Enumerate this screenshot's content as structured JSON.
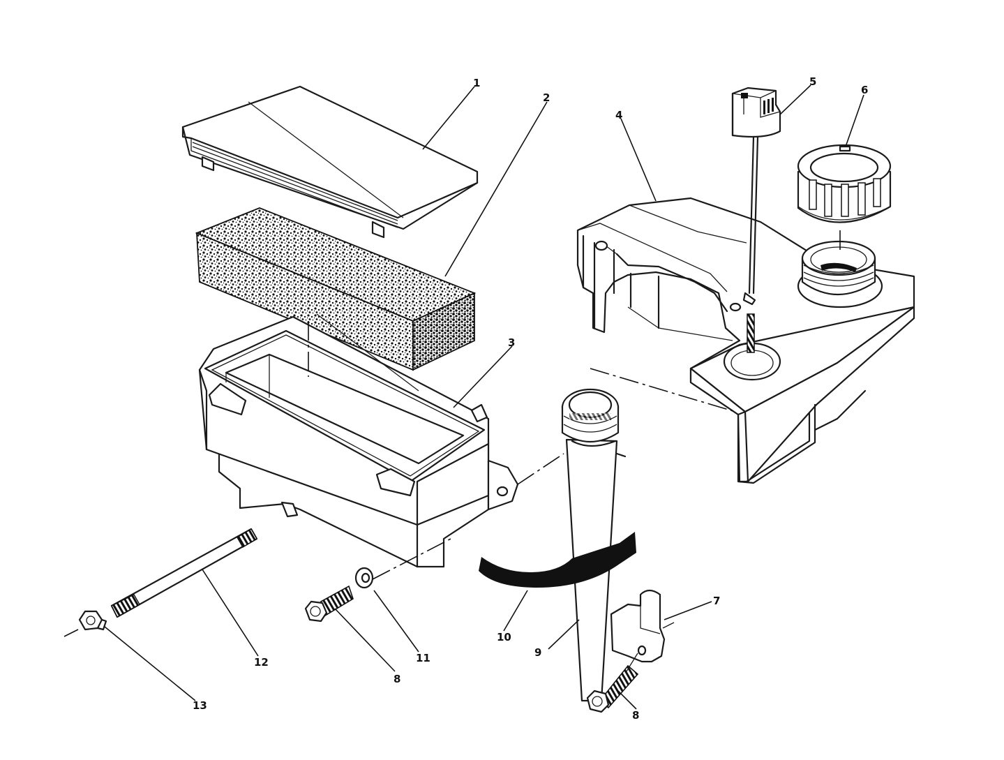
{
  "callouts": [
    "1",
    "2",
    "3",
    "4",
    "5",
    "6",
    "7",
    "8",
    "9",
    "10",
    "11",
    "12",
    "13",
    "8"
  ],
  "icons": {
    "cover": "air-cleaner-cover-icon",
    "element": "foam-element-icon",
    "body": "air-cleaner-body-icon",
    "tank": "fuel-tank-icon",
    "dipstick": "dipstick-icon",
    "cap": "fuel-cap-icon",
    "bracket": "bracket-icon",
    "tube": "fill-tube-icon",
    "hose": "hose-icon",
    "washer": "washer-icon",
    "stud": "stud-icon",
    "nut": "nut-icon",
    "bolt": "bolt-icon"
  }
}
